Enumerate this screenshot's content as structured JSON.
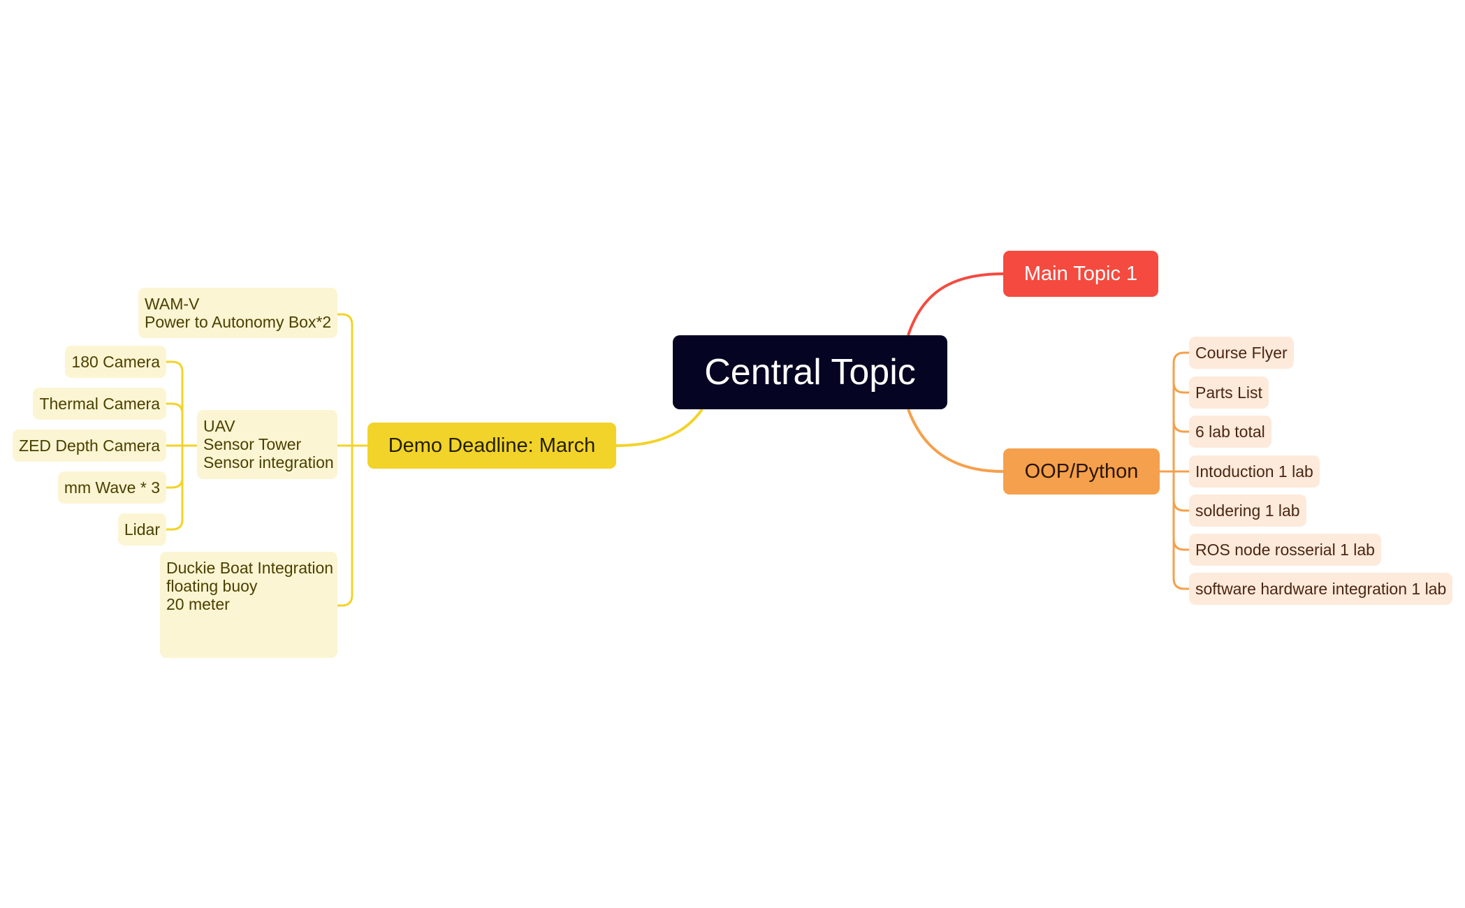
{
  "central_topic": {
    "label": "Central Topic"
  },
  "main_topics": [
    {
      "label": "Main Topic 1",
      "color": "#f54a3f"
    },
    {
      "label": "OOP/Python",
      "color": "#f5a04c"
    },
    {
      "label": "Demo Deadline: March",
      "color": "#f2d32a"
    }
  ],
  "oop_python_items": [
    {
      "label": "Course Flyer"
    },
    {
      "label": "Parts List"
    },
    {
      "label": "6 lab total"
    },
    {
      "label": "Intoduction 1 lab"
    },
    {
      "label": "soldering 1 lab"
    },
    {
      "label": "ROS node rosserial 1 lab"
    },
    {
      "label": "software hardware integration 1 lab"
    }
  ],
  "demo_items": {
    "wamv": {
      "lines": [
        "WAM-V",
        "Power to Autonomy Box*2"
      ]
    },
    "uav": {
      "lines": [
        "UAV",
        "Sensor Tower",
        "Sensor integration"
      ]
    },
    "duckie": {
      "lines": [
        "Duckie Boat Integration",
        "floating buoy",
        "20 meter"
      ]
    }
  },
  "uav_sensors": [
    {
      "label": "180 Camera"
    },
    {
      "label": "Thermal Camera"
    },
    {
      "label": "ZED Depth Camera"
    },
    {
      "label": "mm Wave * 3"
    },
    {
      "label": "Lidar"
    }
  ],
  "colors": {
    "central_bg": "#050523",
    "orange_light": "#fdeadb",
    "yellow_light": "#fcf5d3"
  }
}
